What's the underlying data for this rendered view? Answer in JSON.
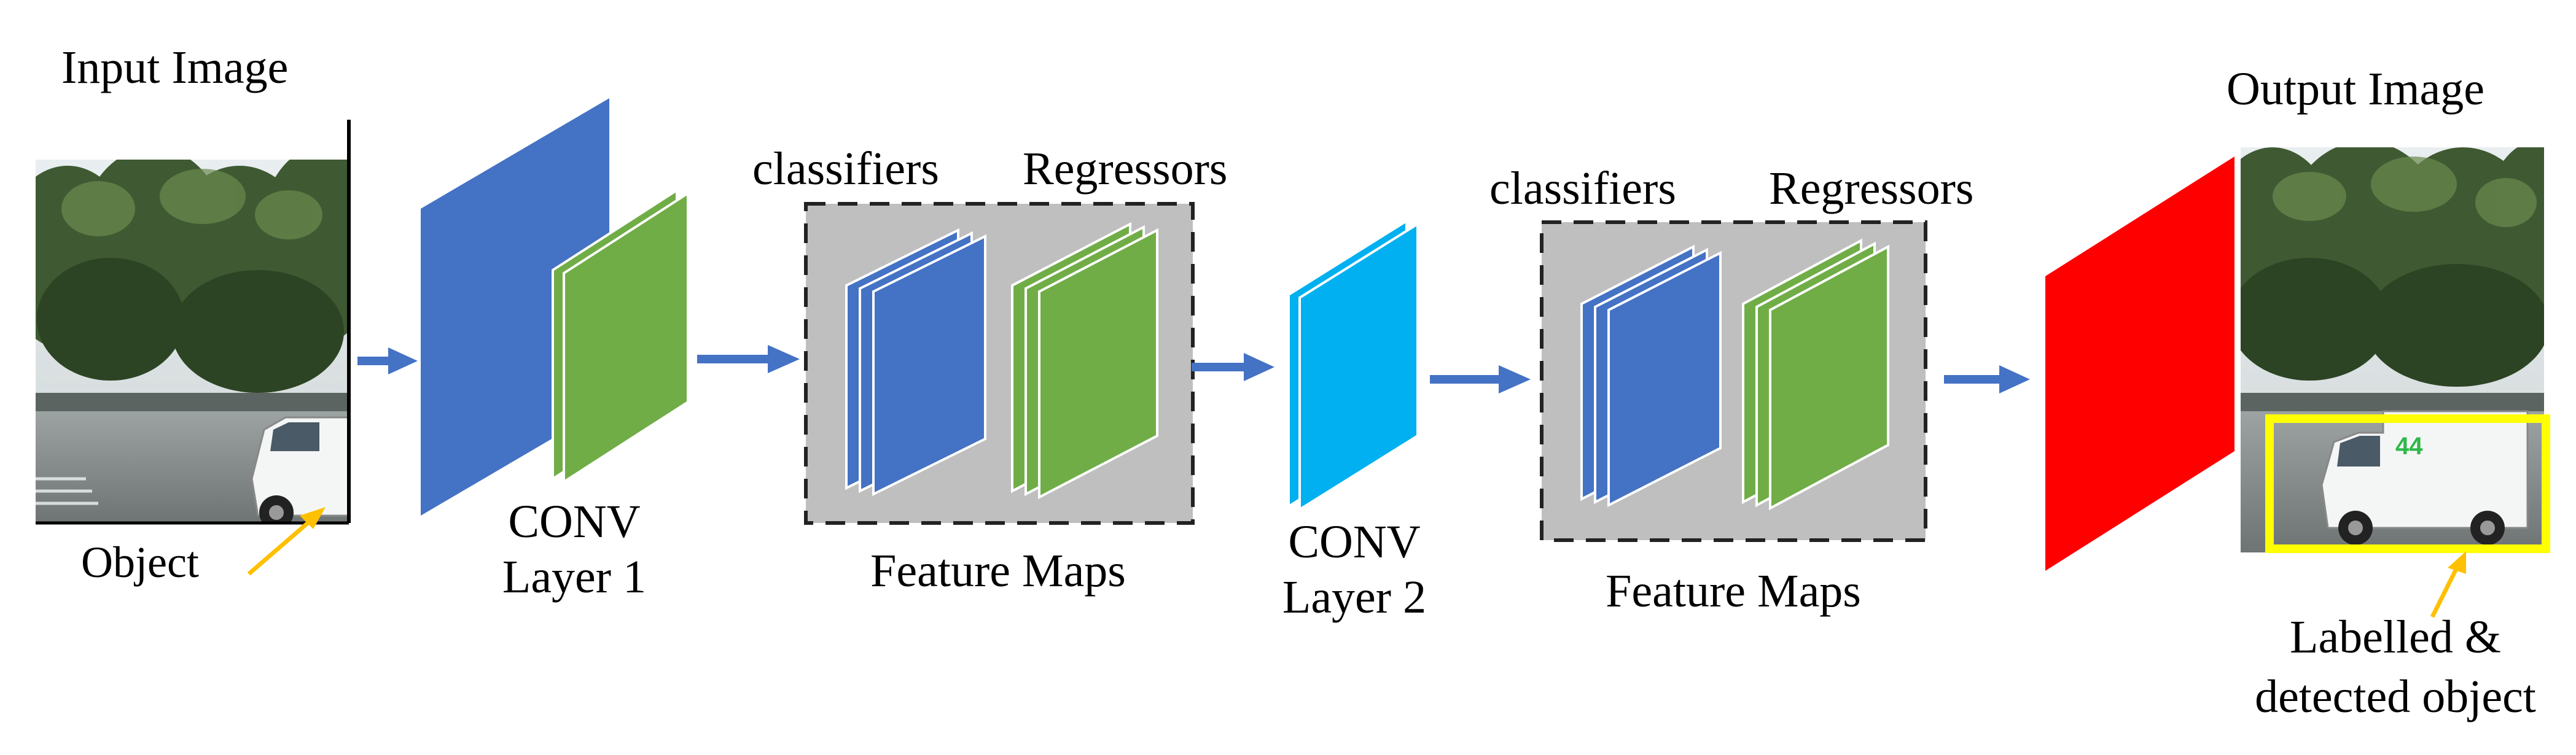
{
  "labels": {
    "input_title": "Input Image",
    "output_title": "Output Image",
    "object_label": "Object",
    "conv1_line1": "CONV",
    "conv1_line2": "Layer 1",
    "conv2_line1": "CONV",
    "conv2_line2": "Layer 2",
    "classifiers_1": "classifiers",
    "regressors_1": "Regressors",
    "classifiers_2": "classifiers",
    "regressors_2": "Regressors",
    "feature_maps_1": "Feature Maps",
    "feature_maps_2": "Feature Maps",
    "detected_line1": "Labelled &",
    "detected_line2": "detected object"
  },
  "colors": {
    "conv_blue": "#4472C4",
    "feature_green": "#70AD47",
    "conv2_cyan": "#00B0F0",
    "output_red": "#FF0000",
    "arrow_blue": "#4472C4",
    "box_gray": "#BFBFBF",
    "annotation_yellow": "#FFC000",
    "detection_box": "#FFFF00"
  }
}
